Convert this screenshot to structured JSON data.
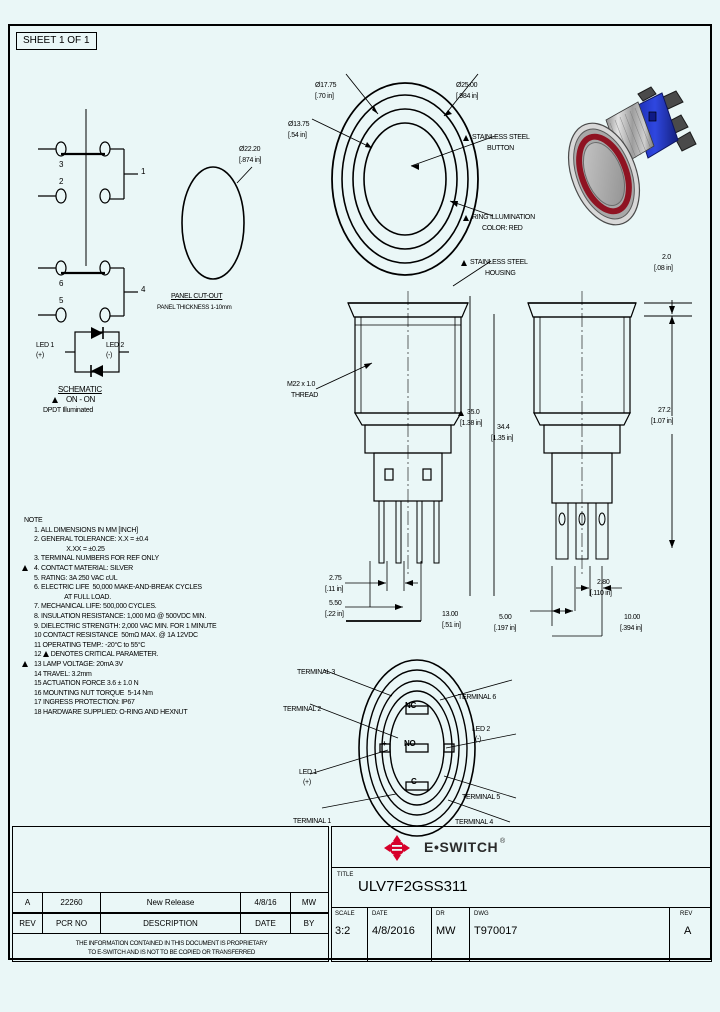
{
  "sheet": {
    "tag": "SHEET 1 OF 1"
  },
  "schematic": {
    "terminals": [
      "3",
      "2",
      "1",
      "6",
      "5",
      "4"
    ],
    "led1_label": "LED 1",
    "led1_polarity": "(+)",
    "led2_label": "LED 2",
    "led2_polarity": "(-)",
    "title": "SCHEMATIC",
    "subtitle": "ON - ON",
    "type_line": "DPDT Illuminated"
  },
  "panel_cutout": {
    "dia": "Ø22.20",
    "dia_in": "[.874 in]",
    "title": "PANEL CUT-OUT",
    "thickness": "PANEL THICKNESS 1-10mm"
  },
  "top_view": {
    "dim_17_75": "Ø17.75",
    "dim_17_75_in": "[.70 in]",
    "dim_13_75": "Ø13.75",
    "dim_13_75_in": "[.54 in]",
    "dim_25_00": "Ø25.00",
    "dim_25_00_in": "[.984 in]",
    "callout_button_l1": "STAINLESS STEEL",
    "callout_button_l2": "BUTTON",
    "callout_ring_l1": "RING ILLUMINATION",
    "callout_ring_l2": "COLOR: RED",
    "callout_housing_l1": "STAINLESS STEEL",
    "callout_housing_l2": "HOUSING"
  },
  "side_view": {
    "thread_l1": "M22 x 1.0",
    "thread_l2": "THREAD",
    "dim_2_0": "2.0",
    "dim_2_0_in": "[.08 in]",
    "dim_27_2": "27.2",
    "dim_27_2_in": "[1.07 in]",
    "dim_35_0": "35.0",
    "dim_35_0_in": "[1.38 in]",
    "dim_34_4": "34.4",
    "dim_34_4_in": "[1.35 in]",
    "dim_2_75": "2.75",
    "dim_2_75_in": "[.11 in]",
    "dim_5_50": "5.50",
    "dim_5_50_in": "[.22 in]",
    "dim_13_00": "13.00",
    "dim_13_00_in": "[.51 in]",
    "dim_2_80": "2.80",
    "dim_2_80_in": "[.110 in]",
    "dim_5_00": "5.00",
    "dim_5_00_in": "[.197 in]",
    "dim_10_00": "10.00",
    "dim_10_00_in": "[.394 in]"
  },
  "bottom_view": {
    "terminal3": "TERMINAL 3",
    "terminal2": "TERMINAL 2",
    "terminal1": "TERMINAL 1",
    "terminal6": "TERMINAL 6",
    "terminal5": "TERMINAL 5",
    "terminal4": "TERMINAL 4",
    "led1": "LED 1",
    "led1_pol": "(+)",
    "led2": "LED 2",
    "led2_pol": "(-)",
    "marking_nc": "NC",
    "marking_no": "NO",
    "marking_c": "C",
    "marking_plus": "+",
    "marking_minus": "-"
  },
  "notes": {
    "heading": "NOTE",
    "items": [
      {
        "num": "1.",
        "text": "ALL DIMENSIONS IN MM [INCH]",
        "tri": false
      },
      {
        "num": "2.",
        "text": "GENERAL TOLERANCE: X.X = ±0.4",
        "tri": false
      },
      {
        "num": "",
        "text": "                  X.XX = ±0.25",
        "tri": false
      },
      {
        "num": "3.",
        "text": "TERMINAL NUMBERS FOR REF ONLY",
        "tri": false
      },
      {
        "num": "4.",
        "text": "CONTACT MATERIAL: SILVER",
        "tri": true
      },
      {
        "num": "5.",
        "text": "RATING: 3A 250 VAC cUL",
        "tri": false
      },
      {
        "num": "6.",
        "text": "ELECTRIC LIFE  50,000 MAKE-AND-BREAK CYCLES",
        "tri": false
      },
      {
        "num": "",
        "text": "                 AT FULL LOAD.",
        "tri": false
      },
      {
        "num": "7.",
        "text": "MECHANICAL LIFE: 500,000 CYCLES.",
        "tri": false
      },
      {
        "num": "8.",
        "text": "INSULATION RESISTANCE: 1,000 MΩ @ 500VDC MIN.",
        "tri": false
      },
      {
        "num": "9.",
        "text": "DIELECTRIC STRENGTH: 2,000 VAC MIN. FOR 1 MINUTE",
        "tri": false
      },
      {
        "num": "10",
        "text": "CONTACT RESISTANCE  50mΩ MAX. @ 1A 12VDC",
        "tri": false
      },
      {
        "num": "11",
        "text": "OPERATING TEMP.: -20°C to 55°C",
        "tri": false
      },
      {
        "num": "12",
        "text": "DENOTES CRITICAL PARAMETER.",
        "tri": "inline"
      },
      {
        "num": "13",
        "text": "LAMP VOLTAGE: 20mA 3V",
        "tri": true
      },
      {
        "num": "14",
        "text": "TRAVEL: 3.2mm",
        "tri": false
      },
      {
        "num": "15",
        "text": "ACTUATION FORCE 3.6 ± 1.0 N",
        "tri": false
      },
      {
        "num": "16",
        "text": "MOUNTING NUT TORQUE  5-14 Nm",
        "tri": false
      },
      {
        "num": "17",
        "text": "INGRESS PROTECTION: IP67",
        "tri": false
      },
      {
        "num": "18",
        "text": "HARDWARE SUPPLIED: O-RING AND HEXNUT",
        "tri": false
      }
    ]
  },
  "revision_block": {
    "rows": [
      {
        "rev": "A",
        "pcr": "22260",
        "description": "New Release",
        "date": "4/8/16",
        "by": "MW"
      }
    ],
    "headers": {
      "rev": "REV",
      "pcr": "PCR NO",
      "description": "DESCRIPTION",
      "date": "DATE",
      "by": "BY"
    },
    "proprietary_l1": "THE INFORMATION CONTAINED IN THIS DOCUMENT IS PROPRIETARY",
    "proprietary_l2": "TO E-SWITCH AND IS NOT TO BE COPIED OR TRANSFERRED"
  },
  "title_block": {
    "company": "E•SWITCH",
    "company_tm": "®",
    "title_label": "TITLE",
    "title_value": "ULV7F2GSS311",
    "scale_label": "SCALE",
    "scale_value": "3:2",
    "date_label": "DATE",
    "date_value": "4/8/2016",
    "dr_label": "DR",
    "dr_value": "MW",
    "dwg_label": "DWG",
    "dwg_value": "T970017",
    "rev_label": "REV",
    "rev_value": "A"
  },
  "colors": {
    "background": "#eaf7f7",
    "line": "#000000",
    "brand_red": "#d6002a",
    "render_blue": "#2233bb",
    "render_ring_red": "#8a1020",
    "render_metal": "#b8b8b8"
  }
}
